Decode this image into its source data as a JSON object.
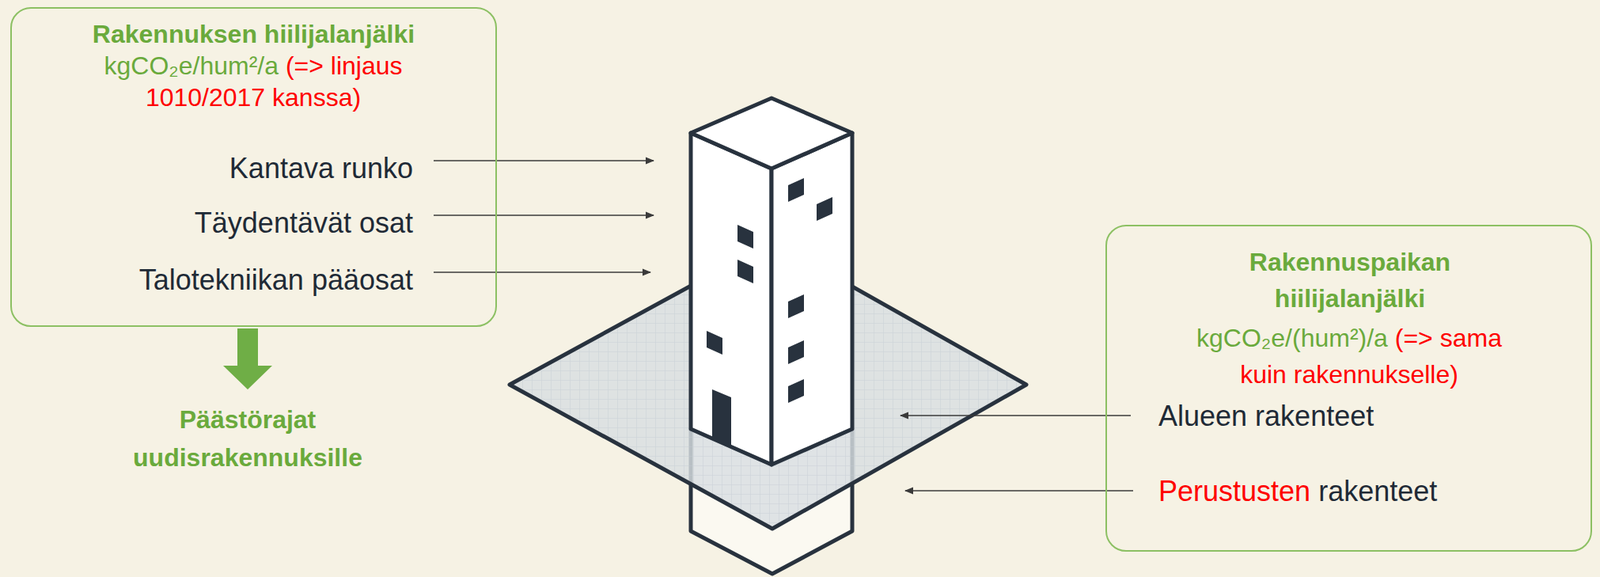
{
  "diagram": {
    "nodes": [
      {
        "text": [
          "Rakennuksen hiilijalanjälki",
          "kgCO₂e/hum²/a",
          "(=> linjaus 1010/2017 kanssa)",
          "Kantava runko",
          "Täydentävät osat",
          "Talotekniikan pääosat"
        ]
      },
      {
        "text": [
          "Rakennuspaikan hiilijalanjälki",
          "kgCO₂e/(hum²)/a",
          "(=> sama kuin rakennukselle)",
          "Alueen rakenteet",
          "Perustusten",
          "rakenteet"
        ]
      }
    ],
    "edges": [],
    "labels": [
      "Päästörajat uudisrakennuksille"
    ]
  }
}
